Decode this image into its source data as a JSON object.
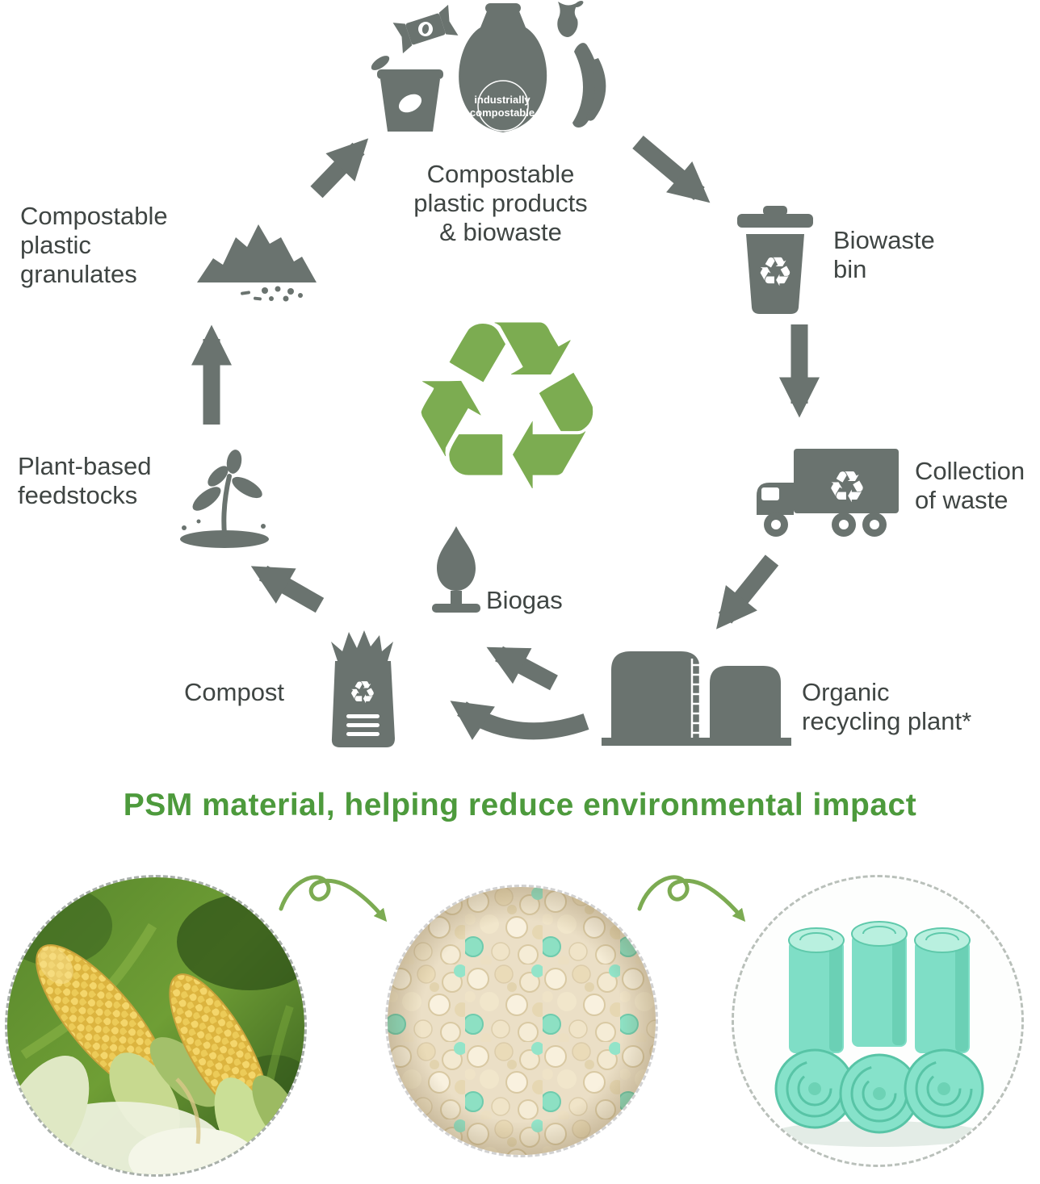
{
  "icons": {
    "recycle_glyph": "♻"
  },
  "colors": {
    "icon_gray": "#6a736f",
    "label_text": "#3f4543",
    "heading_green": "#4d9a3c",
    "recycle_green": "#7cac51",
    "mint_bag": "#7fdec6"
  },
  "cycle": {
    "products_label": "Compostable\nplastic products\n& biowaste",
    "bag_text": "industrially\ncompostable",
    "biowaste_label": "Biowaste\nbin",
    "collection_label": "Collection\nof waste",
    "organic_plant_label": "Organic\nrecycling plant*",
    "biogas_label": "Biogas",
    "compost_label": "Compost",
    "feedstocks_label": "Plant-based\nfeedstocks",
    "granulates_label": "Compostable\nplastic\ngranulates"
  },
  "banner": {
    "title": "PSM material, helping reduce environmental impact"
  }
}
